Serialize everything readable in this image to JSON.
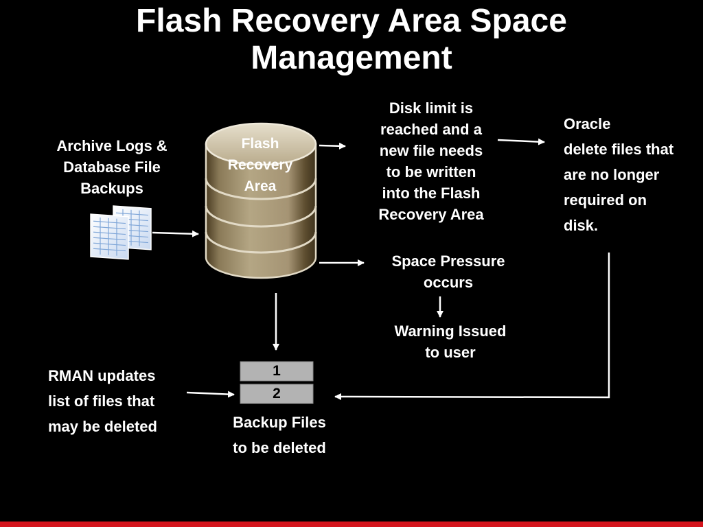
{
  "title": {
    "line1": "Flash Recovery Area Space",
    "line2": "Management"
  },
  "cylinder": {
    "label_lines": [
      "Flash",
      "Recovery",
      "Area"
    ]
  },
  "archive_logs": {
    "lines": [
      "Archive Logs &",
      "Database File",
      "Backups"
    ],
    "icon": "document-pages-icon"
  },
  "disk_limit": {
    "lines": [
      "Disk limit is",
      "reached and a",
      "new file needs",
      "to be written",
      "into the Flash",
      "Recovery Area"
    ]
  },
  "oracle": {
    "lines": [
      "Oracle",
      "delete files that",
      "are no longer",
      "required on",
      "disk."
    ]
  },
  "space_pressure": {
    "lines": [
      "Space Pressure",
      "occurs"
    ]
  },
  "warning": {
    "lines": [
      "Warning Issued",
      "to user"
    ]
  },
  "rman": {
    "lines": [
      "RMAN updates",
      "list of files that",
      "may be deleted"
    ]
  },
  "backup_list": {
    "items": [
      "1",
      "2"
    ],
    "caption_lines": [
      "Backup Files",
      "to be deleted"
    ]
  },
  "colors": {
    "background": "#000000",
    "cylinder_fill": "#a79878",
    "cylinder_dark": "#5a4a2c",
    "cylinder_rim": "#d8cfb8",
    "box_fill": "#b3b3b3",
    "accent_bar": "#d4141c"
  }
}
